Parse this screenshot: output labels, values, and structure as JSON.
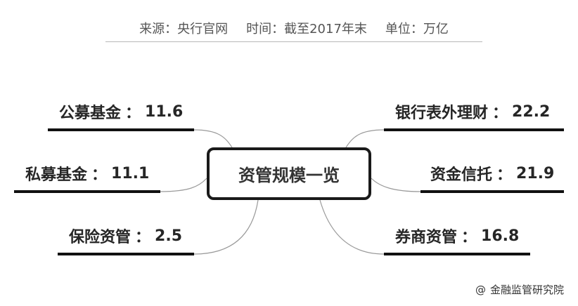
{
  "header": {
    "source": "来源：央行官网",
    "time": "时间：截至2017年末",
    "unit": "单位：万亿"
  },
  "center": {
    "title": "资管规模一览"
  },
  "branches": {
    "left": [
      {
        "name": "公募基金",
        "value": "11.6"
      },
      {
        "name": "私募基金",
        "value": "11.1"
      },
      {
        "name": "保险资管",
        "value": "2.5"
      }
    ],
    "right": [
      {
        "name": "银行表外理财",
        "value": "22.2"
      },
      {
        "name": "资金信托",
        "value": "21.9"
      },
      {
        "name": "券商资管",
        "value": "16.8"
      }
    ]
  },
  "footer": {
    "watermark": "金融监管研究院",
    "at_symbol": "@"
  },
  "colors": {
    "bar": "#111111",
    "connector": "#9a9a9a",
    "center_border": "#1a1a1a"
  }
}
